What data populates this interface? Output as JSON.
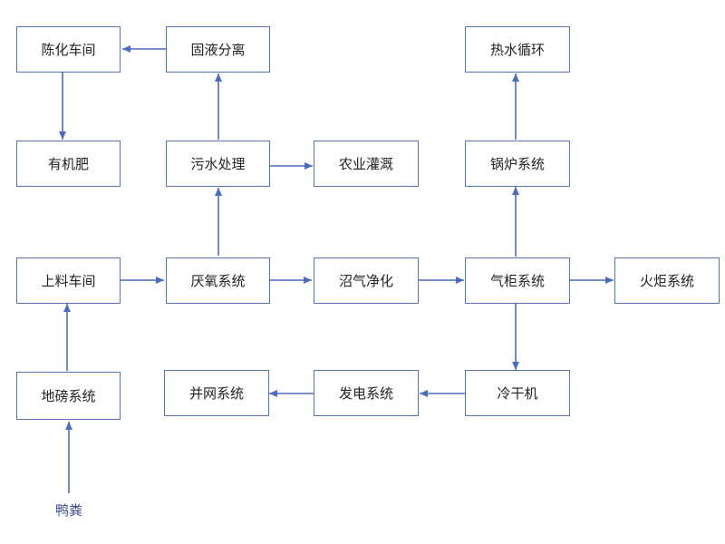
{
  "colors": {
    "line": "#4b6cc0",
    "border": "#5673b4",
    "text": "#222222",
    "source_label": "#3d4f99"
  },
  "nodes": {
    "aging_workshop": "陈化车间",
    "solid_liquid_separation": "固液分离",
    "heat_water_cycle": "热水循环",
    "organic_fertilizer": "有机肥",
    "sewage_treatment": "污水处理",
    "agricultural_irrigation": "农业灌溉",
    "boiler_system": "锅炉系统",
    "feeding_workshop": "上料车间",
    "anaerobic_system": "厌氧系统",
    "biogas_purification": "沼气净化",
    "gas_holder_system": "气柜系统",
    "flare_system": "火炬系统",
    "weighbridge_system": "地磅系统",
    "grid_connection_system": "并网系统",
    "power_generation_system": "发电系统",
    "cold_dryer": "冷干机"
  },
  "source_label": "鸭粪"
}
